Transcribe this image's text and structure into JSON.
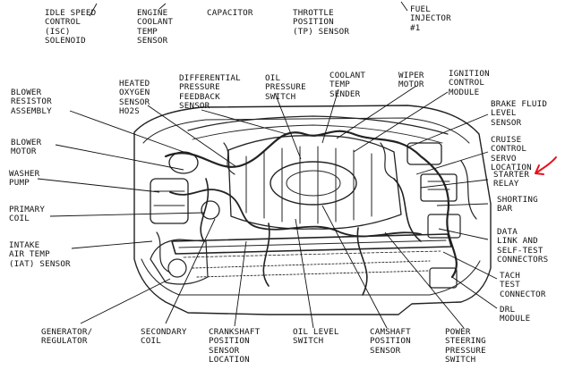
{
  "colors": {
    "ink": "#111111",
    "annotation": "#e8101a",
    "background": "#ffffff"
  },
  "labels": {
    "idle_speed": "IDLE SPEED\nCONTROL\n(ISC)\nSOLENOID",
    "engine_coolant": "ENGINE\nCOOLANT\nTEMP\nSENSOR",
    "capacitor": "CAPACITOR",
    "throttle": "THROTTLE\nPOSITION\n(TP) SENSOR",
    "fuel_injector": "FUEL\nINJECTOR\n#1",
    "blower_resistor": "BLOWER\nRESISTOR\nASSEMBLY",
    "heated_oxygen": "HEATED\nOXYGEN\nSENSOR\nHO2S",
    "differential": "DIFFERENTIAL\nPRESSURE\nFEEDBACK\nSENSOR",
    "oil_pressure": "OIL\nPRESSURE\nSWITCH",
    "coolant_temp_sender": "COOLANT\nTEMP\nSENDER",
    "wiper_motor": "WIPER\nMOTOR",
    "ignition_control": "IGNITION\nCONTROL\nMODULE",
    "brake_fluid": "BRAKE FLUID\nLEVEL\nSENSOR",
    "blower_motor": "BLOWER\nMOTOR",
    "cruise_control": "CRUISE\nCONTROL\nSERVO\nLOCATION",
    "washer_pump": "WASHER\nPUMP",
    "starter_relay": "STARTER\nRELAY",
    "primary_coil": "PRIMARY\nCOIL",
    "shorting_bar": "SHORTING\nBAR",
    "intake_air": "INTAKE\nAIR TEMP\n(IAT) SENSOR",
    "data_link": "DATA\nLINK AND\nSELF-TEST\nCONNECTORS",
    "tach_test": "TACH\nTEST\nCONNECTOR",
    "drl_module": "DRL\nMODULE",
    "generator": "GENERATOR/\nREGULATOR",
    "secondary_coil": "SECONDARY\nCOIL",
    "crankshaft": "CRANKSHAFT\nPOSITION\nSENSOR\nLOCATION",
    "oil_level": "OIL LEVEL\nSWITCH",
    "camshaft": "CAMSHAFT\nPOSITION\nSENSOR",
    "power_steering": "POWER\nSTEERING\nPRESSURE\nSWITCH"
  }
}
